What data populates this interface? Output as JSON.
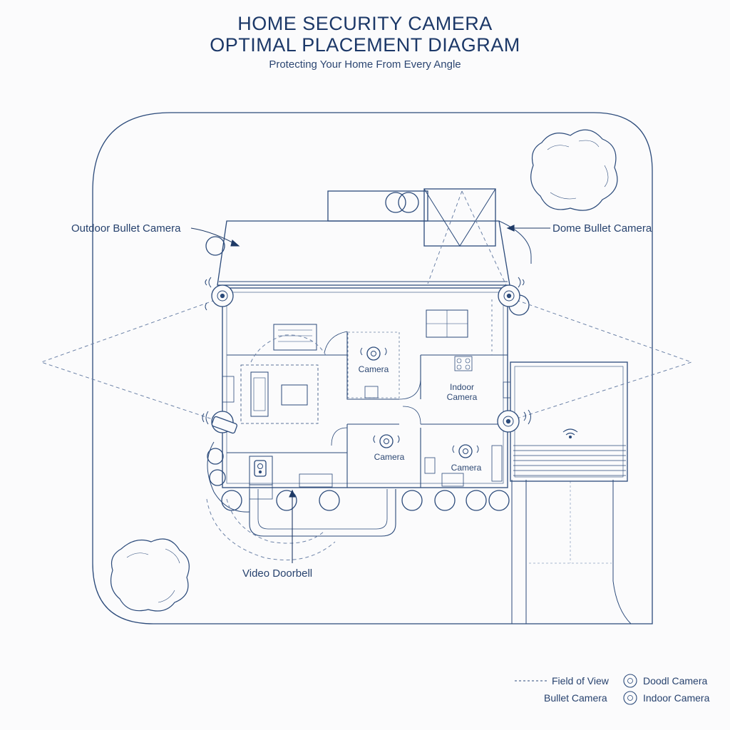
{
  "title": {
    "line1": "HOME SECURITY CAMERA",
    "line2": "OPTIMAL PLACEMENT DIAGRAM",
    "subtitle": "Protecting Your Home From Every Angle"
  },
  "callouts": {
    "outdoor_bullet": "Outdoor Bullet Camera",
    "dome_bullet": "Dome Bullet Camera",
    "video_doorbell": "Video Doorbell"
  },
  "room_labels": {
    "camera_top": "Camera",
    "indoor_camera_line1": "Indoor",
    "indoor_camera_line2": "Camera",
    "camera_center": "Camera",
    "camera_bottom_right": "Camera"
  },
  "legend": {
    "field_of_view": "Field of View",
    "dome_camera": "Doodl Camera",
    "bullet_camera": "Bullet Camera",
    "indoor_camera": "Indoor Camera"
  },
  "colors": {
    "line": "#2b4a7a",
    "light_line": "#8fa3c2",
    "background": "#fbfbfc"
  }
}
